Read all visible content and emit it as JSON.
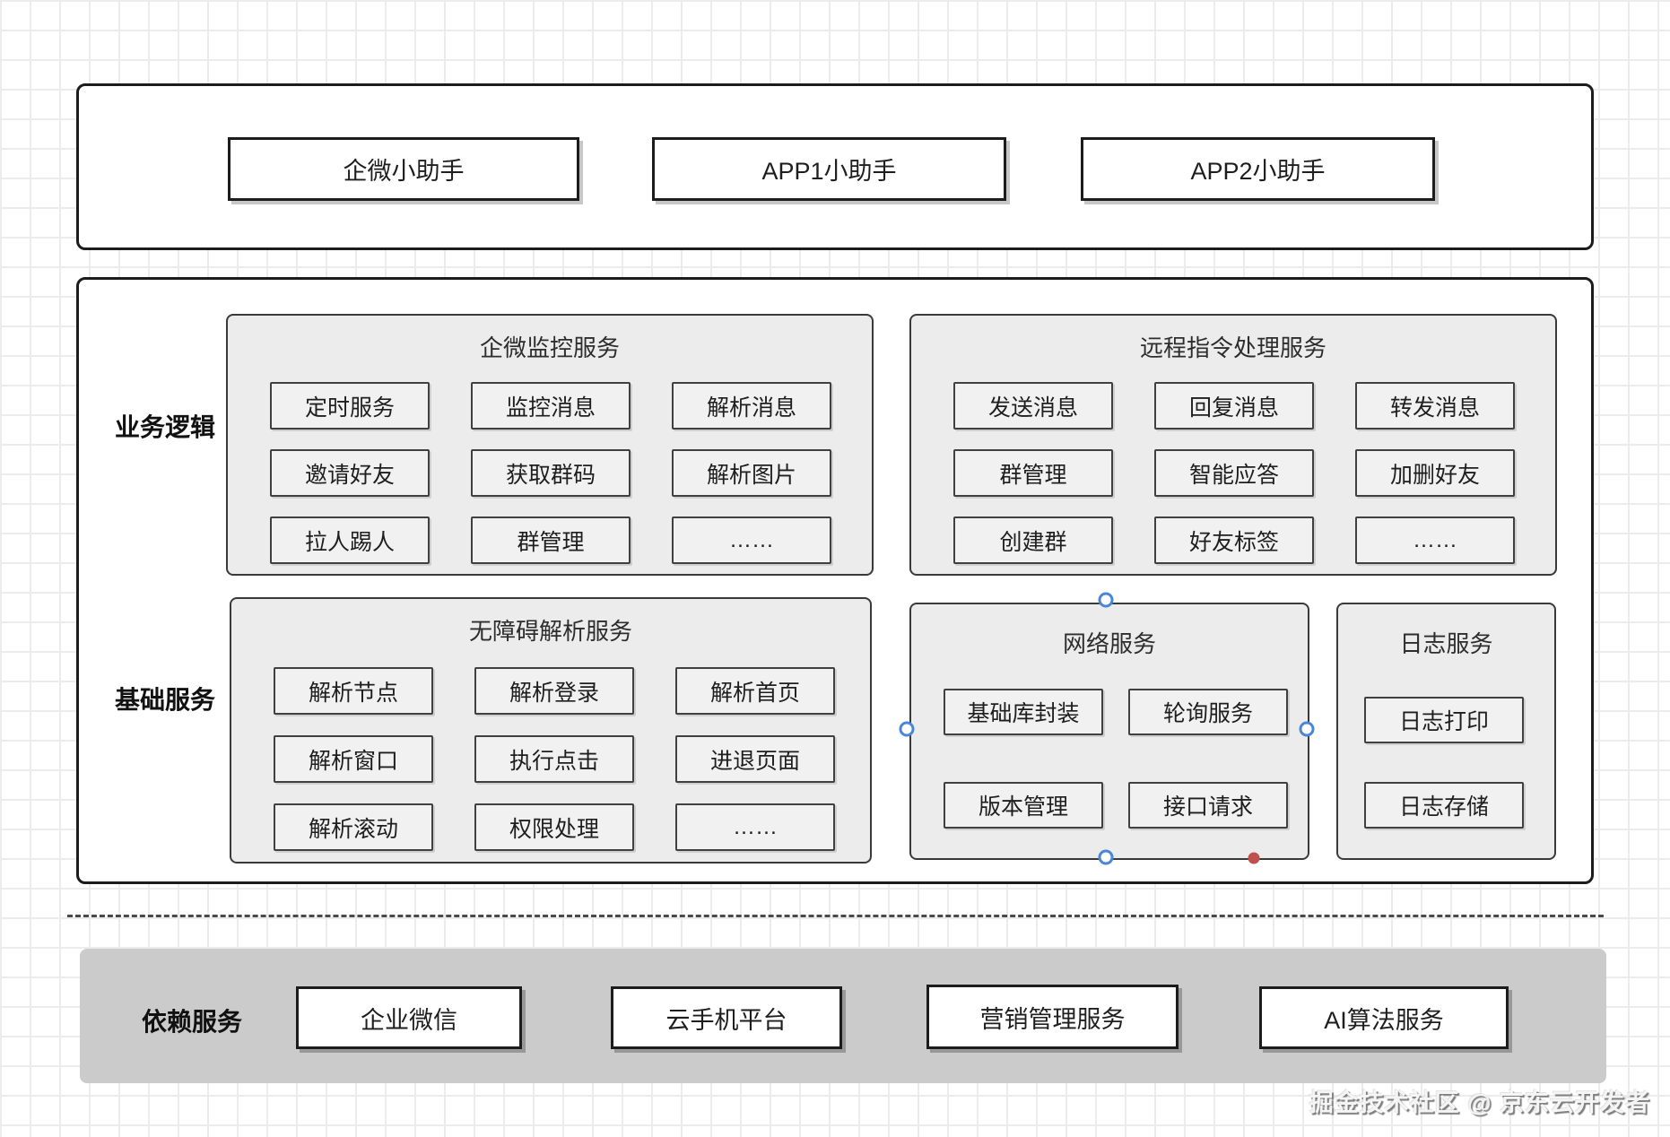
{
  "top_section": {
    "nodes": [
      {
        "label": "企微小助手"
      },
      {
        "label": "APP1小助手"
      },
      {
        "label": "APP2小助手"
      }
    ]
  },
  "middle_section": {
    "row_labels": [
      {
        "label": "业务逻辑"
      },
      {
        "label": "基础服务"
      }
    ],
    "panels": [
      {
        "title": "企微监控服务",
        "items": [
          "定时服务",
          "监控消息",
          "解析消息",
          "邀请好友",
          "获取群码",
          "解析图片",
          "拉人踢人",
          "群管理",
          "……"
        ]
      },
      {
        "title": "远程指令处理服务",
        "items": [
          "发送消息",
          "回复消息",
          "转发消息",
          "群管理",
          "智能应答",
          "加删好友",
          "创建群",
          "好友标签",
          "……"
        ]
      },
      {
        "title": "无障碍解析服务",
        "items": [
          "解析节点",
          "解析登录",
          "解析首页",
          "解析窗口",
          "执行点击",
          "进退页面",
          "解析滚动",
          "权限处理",
          "……"
        ]
      },
      {
        "title": "网络服务",
        "items": [
          "基础库封装",
          "轮询服务",
          "版本管理",
          "接口请求"
        ]
      },
      {
        "title": "日志服务",
        "items": [
          "日志打印",
          "日志存储"
        ]
      }
    ]
  },
  "bottom_section": {
    "label": "依赖服务",
    "nodes": [
      {
        "label": "企业微信"
      },
      {
        "label": "云手机平台"
      },
      {
        "label": "营销管理服务"
      },
      {
        "label": "AI算法服务"
      }
    ]
  },
  "selection": {
    "selected_shape": "网络服务",
    "handle_color": "#4a86d8",
    "endpoint_color": "#c0504d"
  },
  "watermark": {
    "text": "掘金技术社区 @ 京东云开发者"
  },
  "colors": {
    "container_fill": "#ffffff",
    "panel_fill": "#ececec",
    "dependency_fill": "#cbcbcb",
    "border_dark": "#1c1c1c",
    "grid_line": "#ececec"
  }
}
